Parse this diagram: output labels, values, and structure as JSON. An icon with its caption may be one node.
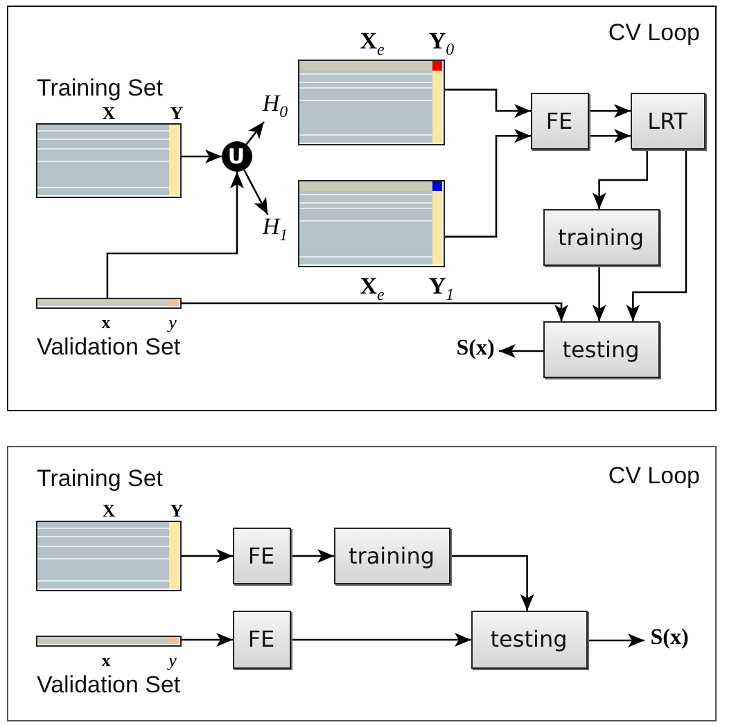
{
  "diagram": {
    "nodes": [
      {
        "text": [
          "CV Loop"
        ]
      },
      {
        "text": [
          "Training Set",
          "X",
          "Y"
        ],
        "in": 0
      },
      {
        "text": [
          "U"
        ],
        "in": 0
      },
      {
        "text": [
          "**X**$_{e}$",
          "**Y**$_{0}$"
        ],
        "in": 0
      },
      {
        "text": [
          "H$_{0}$"
        ],
        "in": 0
      },
      {
        "text": [
          "**X**$_{e}$",
          "**Y**$_{1}$"
        ],
        "in": 0
      },
      {
        "text": [
          "H$_{1}$"
        ],
        "in": 0
      },
      {
        "text": [
          "x",
          "y",
          "Validation Set"
        ],
        "in": 0
      },
      {
        "text": [
          "FE"
        ],
        "in": 0
      },
      {
        "text": [
          "LRT"
        ],
        "in": 0
      },
      {
        "text": [
          "training"
        ],
        "in": 0
      },
      {
        "text": [
          "testing"
        ],
        "in": 0
      },
      {
        "text": [
          "S(x)"
        ],
        "in": 0
      },
      {
        "text": [
          "CV Loop"
        ]
      },
      {
        "text": [
          "Training Set",
          "X",
          "Y"
        ],
        "in": 13
      },
      {
        "text": [
          "FE"
        ],
        "in": 13
      },
      {
        "text": [
          "training"
        ],
        "in": 13
      },
      {
        "text": [
          "x",
          "y",
          "Validation Set"
        ],
        "in": 13
      },
      {
        "text": [
          "FE"
        ],
        "in": 13
      },
      {
        "text": [
          "testing"
        ],
        "in": 13
      },
      {
        "text": [
          "S(x)"
        ],
        "in": 13
      }
    ],
    "edges": [
      {
        "from": 1,
        "to": 2,
        "arrow": "to"
      },
      {
        "from": 7,
        "to": 2,
        "arrow": "to"
      },
      {
        "from": 2,
        "to": 4,
        "arrow": "to"
      },
      {
        "from": 2,
        "to": 6,
        "arrow": "to"
      },
      {
        "from": 3,
        "to": 8,
        "arrow": "to"
      },
      {
        "from": 5,
        "to": 8,
        "arrow": "to"
      },
      {
        "from": 8,
        "to": 9,
        "arrow": "to"
      },
      {
        "from": 8,
        "to": 9,
        "arrow": "to"
      },
      {
        "from": 9,
        "to": 10,
        "arrow": "to"
      },
      {
        "from": 9,
        "to": 11,
        "arrow": "to"
      },
      {
        "from": 10,
        "to": 11,
        "arrow": "to"
      },
      {
        "from": 7,
        "to": 11,
        "arrow": "to"
      },
      {
        "from": 11,
        "to": 12,
        "arrow": "to"
      },
      {
        "from": 14,
        "to": 15,
        "arrow": "to"
      },
      {
        "from": 15,
        "to": 16,
        "arrow": "to"
      },
      {
        "from": 16,
        "to": 19,
        "arrow": "to"
      },
      {
        "from": 17,
        "to": 18,
        "arrow": "to"
      },
      {
        "from": 18,
        "to": 19,
        "arrow": "to"
      },
      {
        "from": 19,
        "to": 20,
        "arrow": "to"
      }
    ]
  }
}
